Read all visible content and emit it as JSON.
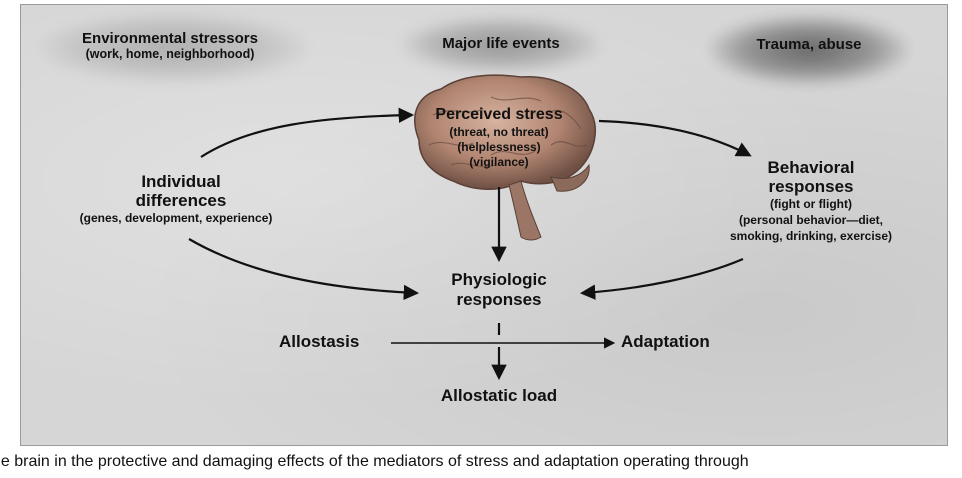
{
  "diagram": {
    "top_labels": {
      "environmental_title": "Environmental stressors",
      "environmental_sub": "(work, home, neighborhood)",
      "major_life_events": "Major life events",
      "trauma": "Trauma, abuse"
    },
    "perceived": {
      "title": "Perceived stress",
      "line1": "(threat, no threat)",
      "line2": "(helplessness)",
      "line3": "(vigilance)"
    },
    "individual": {
      "line1": "Individual",
      "line2": "differences",
      "sub": "(genes, development, experience)"
    },
    "behavioral": {
      "line1": "Behavioral",
      "line2": "responses",
      "sub1": "(fight or flight)",
      "sub2": "(personal behavior—diet,",
      "sub3": "smoking, drinking, exercise)"
    },
    "physiologic": {
      "line1": "Physiologic",
      "line2": "responses"
    },
    "allostasis": "Allostasis",
    "adaptation": "Adaptation",
    "allostatic_load": "Allostatic load"
  },
  "caption": "he brain in the protective and damaging effects of the mediators of stress and adaptation operating through",
  "colors": {
    "slide_bg": "#d6d6d6",
    "ink": "#111111",
    "brain": "#b88f7a"
  }
}
